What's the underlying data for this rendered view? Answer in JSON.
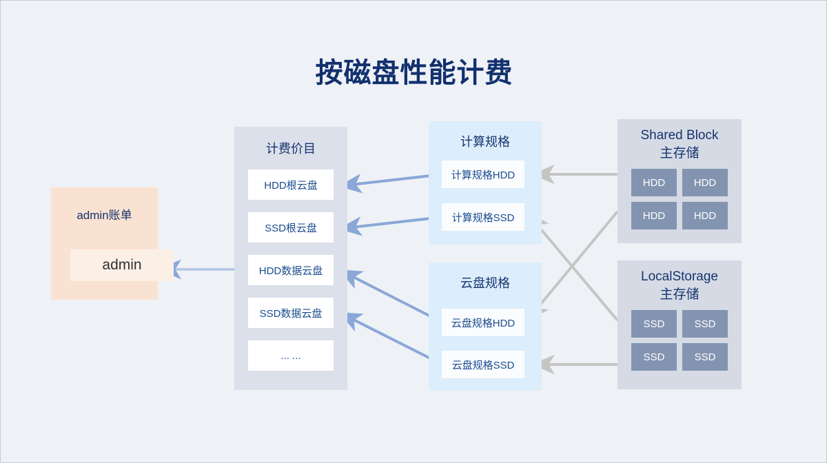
{
  "title": "按磁盘性能计费",
  "colors": {
    "background": "#eef2f6",
    "title_text": "#12306e",
    "admin_panel": "#fae2d2",
    "billing_panel": "#dbe0ea",
    "spec_panel": "#dcedfb",
    "storage_panel": "#d5dae4",
    "disk_box": "#8294b0",
    "blue_arrow": "#8aa7d8",
    "gray_arrow": "#c5c5c3"
  },
  "admin_panel": {
    "title": "admin账单",
    "account": "admin"
  },
  "billing_panel": {
    "title": "计费价目",
    "items": [
      {
        "label": "HDD根云盘"
      },
      {
        "label": "SSD根云盘"
      },
      {
        "label": "HDD数据云盘"
      },
      {
        "label": "SSD数据云盘"
      },
      {
        "label": "... ..."
      }
    ]
  },
  "compute_spec_panel": {
    "title": "计算规格",
    "items": [
      {
        "label": "计算规格HDD"
      },
      {
        "label": "计算规格SSD"
      }
    ]
  },
  "disk_spec_panel": {
    "title": "云盘规格",
    "items": [
      {
        "label": "云盘规格HDD"
      },
      {
        "label": "云盘规格SSD"
      }
    ]
  },
  "shared_block_panel": {
    "title_line1": "Shared Block",
    "title_line2": "主存储",
    "disks": [
      {
        "label": "HDD"
      },
      {
        "label": "HDD"
      },
      {
        "label": "HDD"
      },
      {
        "label": "HDD"
      }
    ]
  },
  "local_storage_panel": {
    "title_line1": "LocalStorage",
    "title_line2": "主存储",
    "disks": [
      {
        "label": "SSD"
      },
      {
        "label": "SSD"
      },
      {
        "label": "SSD"
      },
      {
        "label": "SSD"
      }
    ]
  },
  "connections": [
    {
      "from": "计费价目",
      "to": "admin",
      "style": "blue"
    },
    {
      "from": "计算规格HDD",
      "to": "HDD根云盘",
      "style": "blue"
    },
    {
      "from": "计算规格SSD",
      "to": "SSD根云盘",
      "style": "blue"
    },
    {
      "from": "云盘规格HDD",
      "to": "HDD数据云盘",
      "style": "blue"
    },
    {
      "from": "云盘规格SSD",
      "to": "SSD数据云盘",
      "style": "blue"
    },
    {
      "from": "Shared Block 主存储",
      "to": "计算规格HDD",
      "style": "gray"
    },
    {
      "from": "Shared Block 主存储",
      "to": "云盘规格HDD",
      "style": "gray"
    },
    {
      "from": "LocalStorage 主存储",
      "to": "计算规格SSD",
      "style": "gray"
    },
    {
      "from": "LocalStorage 主存储",
      "to": "云盘规格SSD",
      "style": "gray"
    }
  ]
}
